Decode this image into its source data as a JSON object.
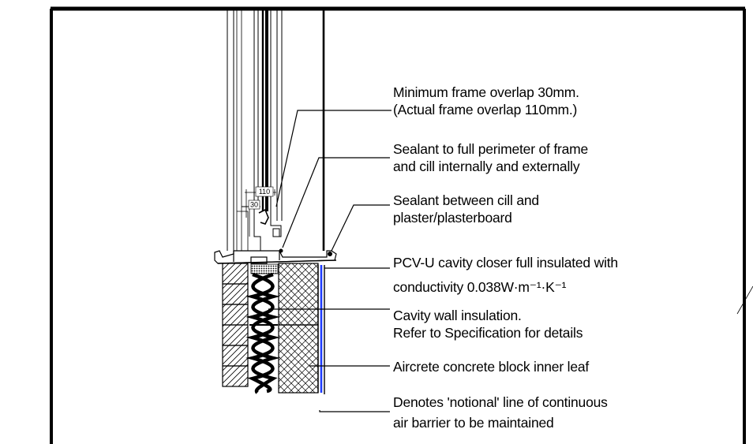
{
  "annotations": {
    "frame_overlap": {
      "line1": "Minimum frame overlap 30mm.",
      "line2": "(Actual frame overlap 110mm.)"
    },
    "sealant_perimeter": {
      "line1": "Sealant to full perimeter of frame",
      "line2": "and cill internally and externally"
    },
    "sealant_cill": {
      "line1": "Sealant between cill and",
      "line2": "plaster/plasterboard"
    },
    "cavity_closer": {
      "line1": "PCV-U cavity closer full insulated with",
      "line2": "conductivity 0.038W·m⁻¹·K⁻¹"
    },
    "cavity_insulation": {
      "line1": "Cavity wall insulation.",
      "line2": "Refer to Specification for details"
    },
    "inner_leaf": {
      "line1": "Aircrete concrete block inner leaf"
    },
    "air_barrier": {
      "line1": "Denotes 'notional' line of continuous",
      "line2": "air barrier to be maintained"
    }
  },
  "dimensions": {
    "actual_overlap": "110",
    "minimum_overlap": "30"
  },
  "colors": {
    "line": "#000000",
    "air_barrier": "#1e3cff",
    "background": "#ffffff"
  }
}
